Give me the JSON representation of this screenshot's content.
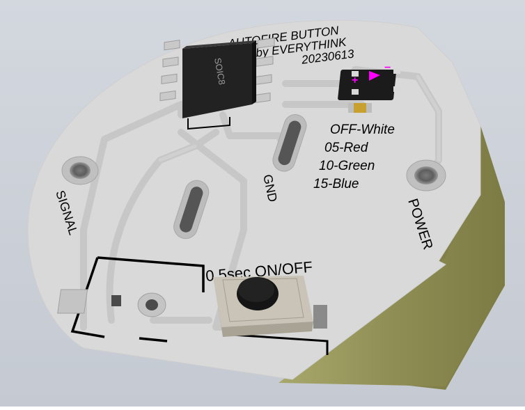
{
  "board": {
    "title_line1": "AUTOFIRE BUTTON",
    "title_line2": "by EVERYTHINK",
    "date": "20230613",
    "chip_label": "SOIC8",
    "modes": {
      "off": "OFF-White",
      "m05": "05-Red",
      "m10": "10-Green",
      "m15": "15-Blue"
    },
    "pads": {
      "signal": "SIGNAL",
      "gnd": "GND",
      "power": "POWER"
    },
    "switch_label": "0.5sec ON/OFF"
  },
  "colors": {
    "background": "#cdd2d9",
    "board_top": "#d9d9d9",
    "board_side": "#8e8d52",
    "trace": "#c4c4c4",
    "silkscreen": "#000000",
    "led_marks": "#ff00ff"
  }
}
